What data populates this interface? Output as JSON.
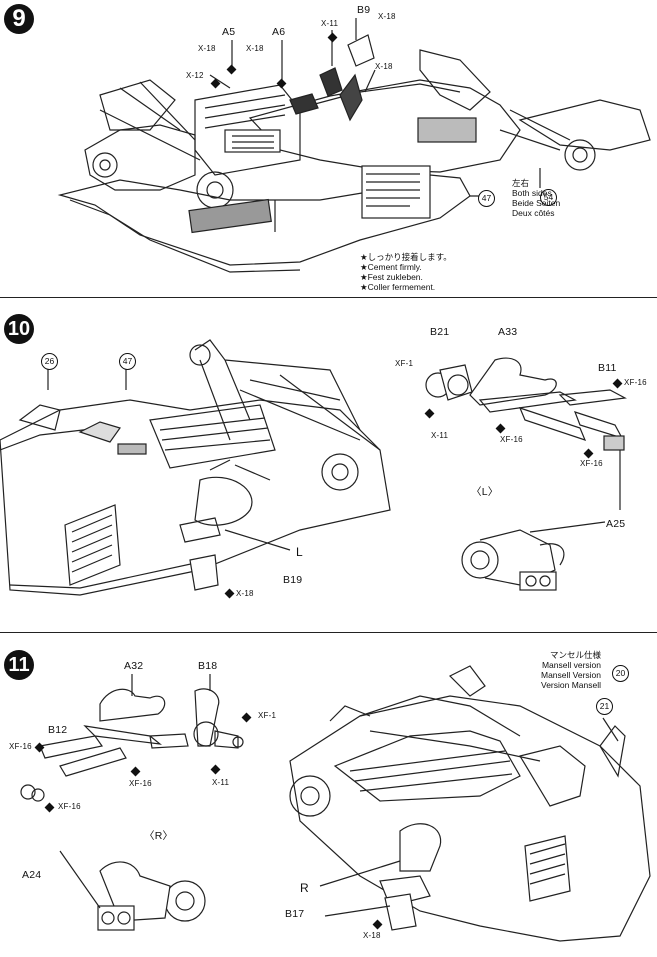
{
  "steps": [
    {
      "number": "9"
    },
    {
      "number": "10"
    },
    {
      "number": "11"
    }
  ],
  "step9": {
    "parts": [
      "A5",
      "A6",
      "B9",
      "X-11",
      "X-18",
      "X-18",
      "X-18",
      "X-12",
      "X-18"
    ],
    "ref_47": "47",
    "ref_54": "54",
    "both_sides": [
      "左右",
      "Both sides",
      "Beide Seiten",
      "Deux côtés"
    ],
    "cement_note": [
      "★しっかり接着します。",
      "★Cement firmly.",
      "★Fest zukleben.",
      "★Coller fermement."
    ]
  },
  "step10": {
    "ref_26": "26",
    "ref_47": "47",
    "parts": [
      "B21",
      "A33",
      "B11",
      "XF-1",
      "XF-16",
      "X-11",
      "XF-16",
      "XF-16",
      "A25",
      "L",
      "B19",
      "X-18"
    ],
    "view_label": "〈L〉"
  },
  "step11": {
    "parts": [
      "A32",
      "B18",
      "B12",
      "XF-16",
      "XF-1",
      "XF-16",
      "X-11",
      "XF-16",
      "A24",
      "R",
      "B17",
      "X-18"
    ],
    "view_label": "〈R〉",
    "mansell_note": [
      "マンセル仕様",
      "Mansell version",
      "Mansell Version",
      "Version Mansell"
    ],
    "ref_20": "20",
    "ref_21": "21"
  },
  "colors": {
    "ink": "#111111",
    "paper": "#ffffff"
  }
}
